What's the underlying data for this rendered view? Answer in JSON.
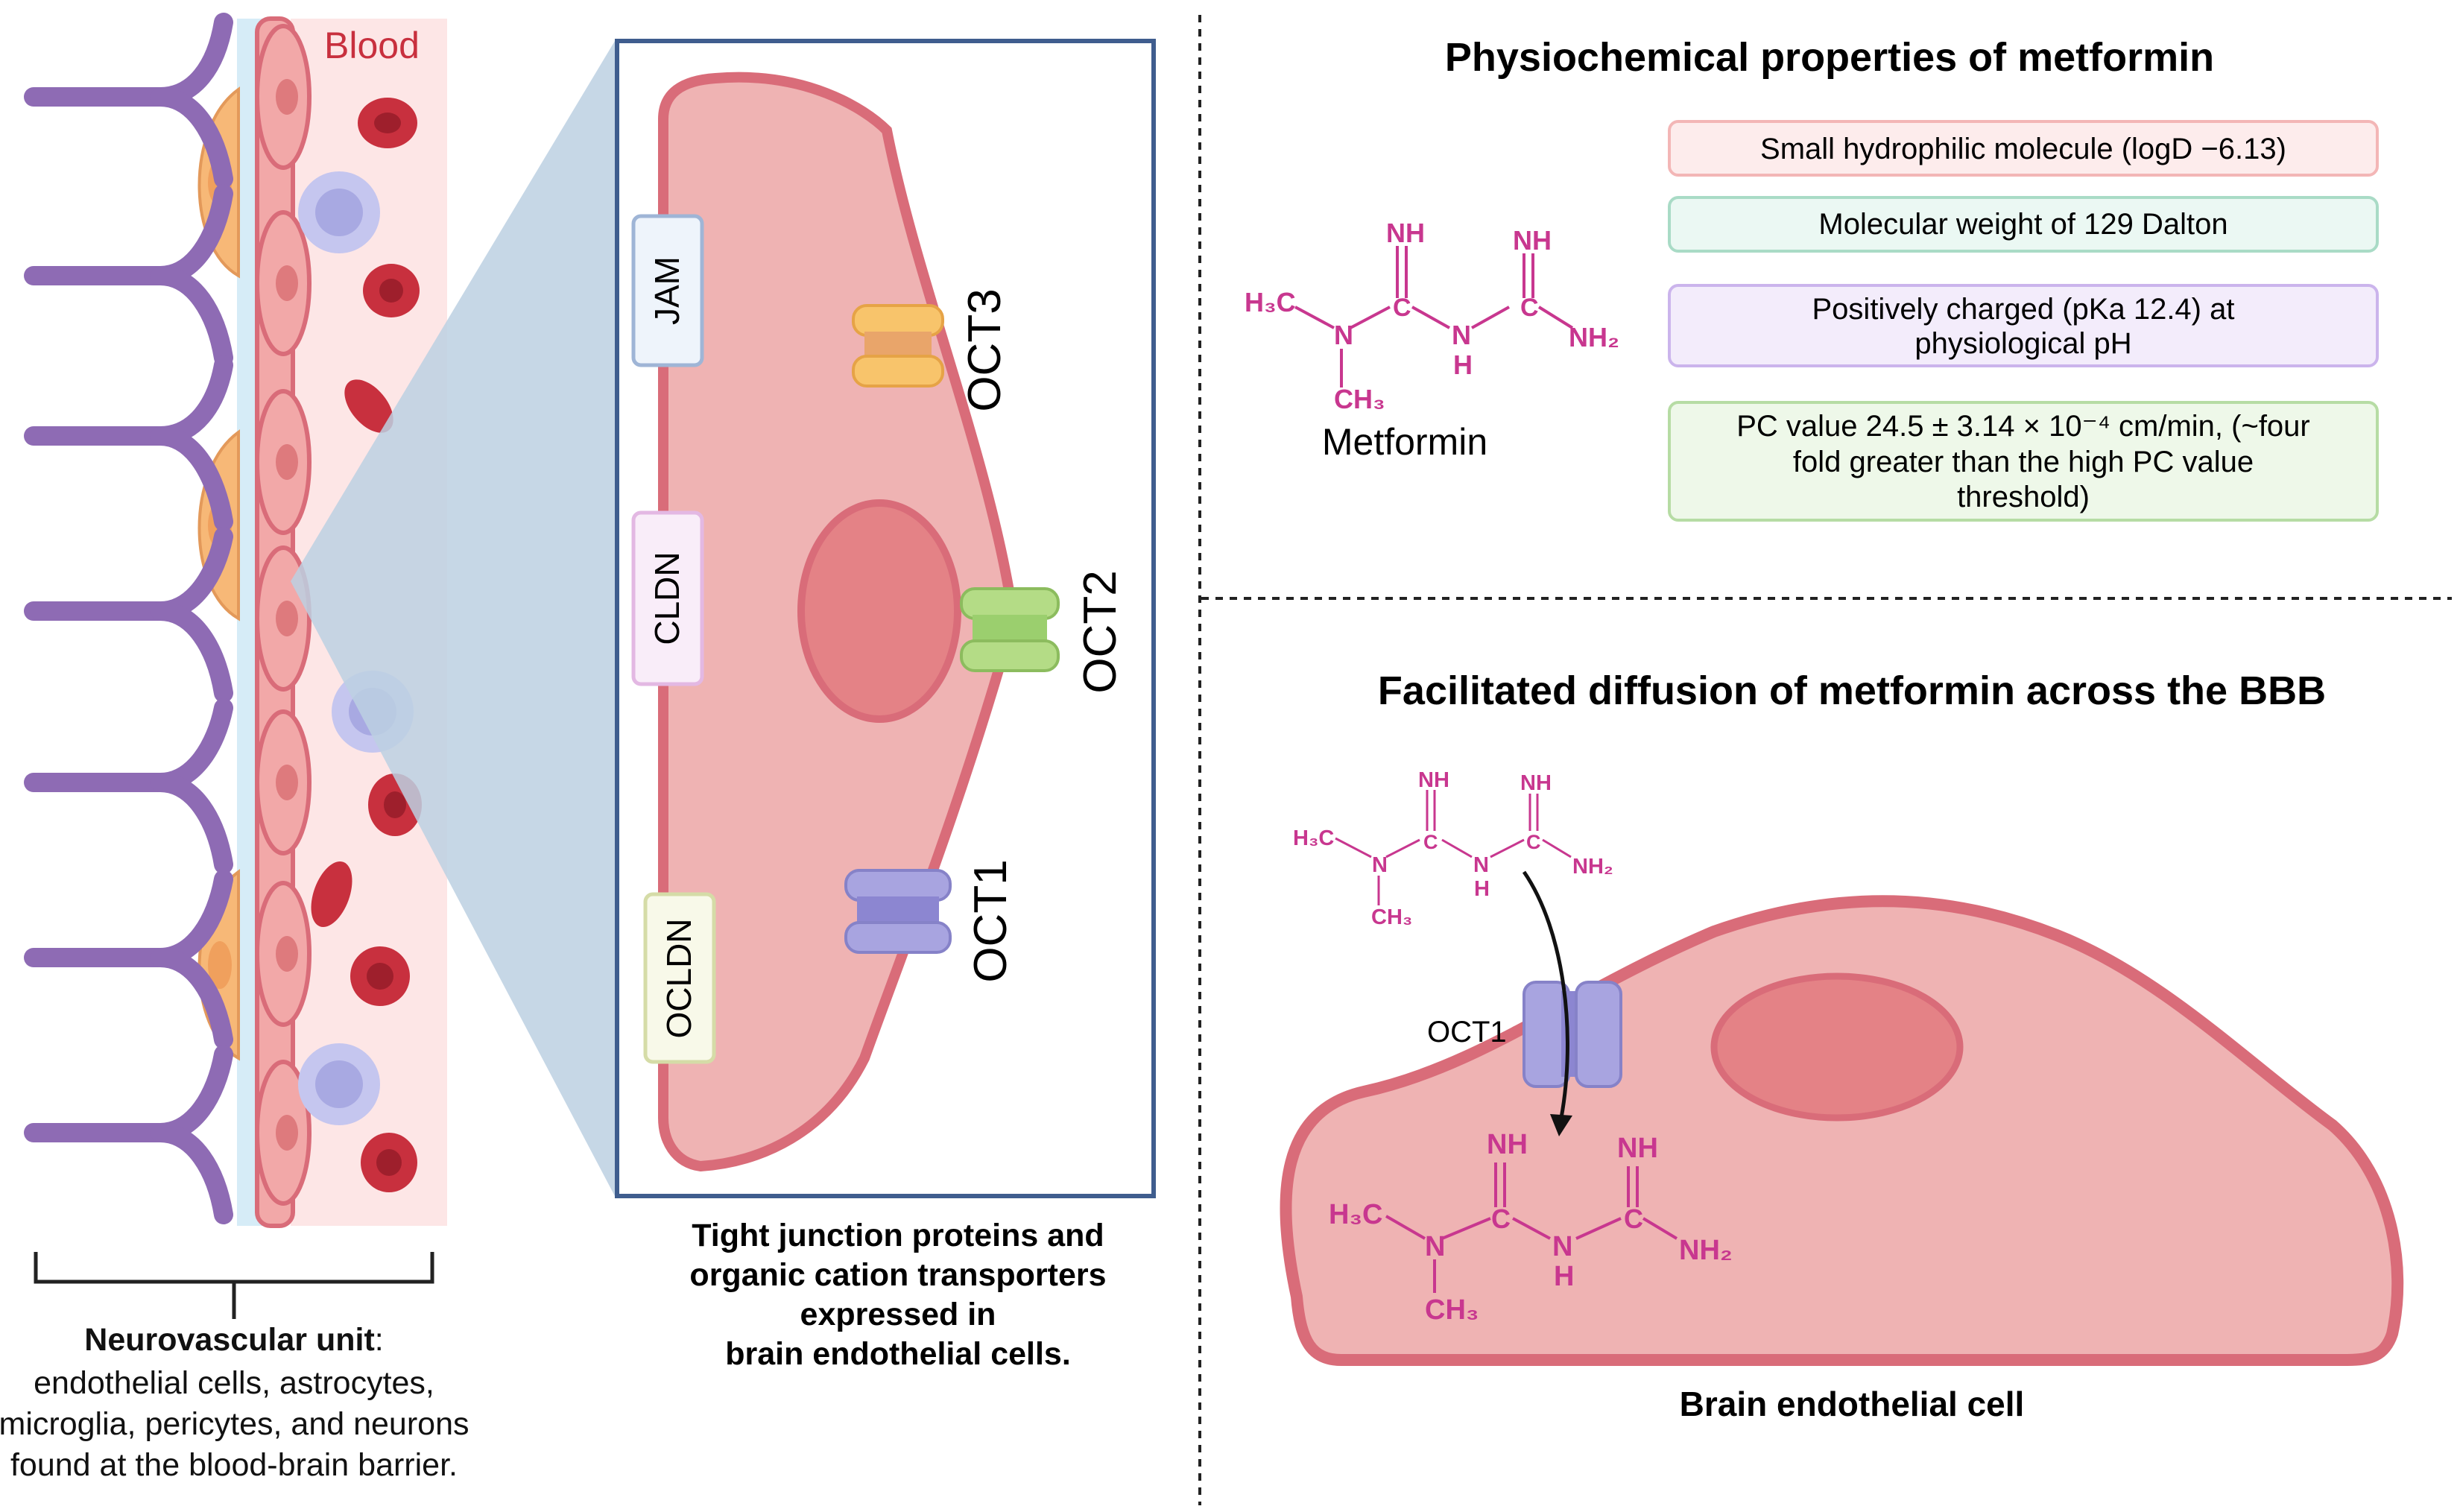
{
  "neurovascular": {
    "blood_label": "Blood",
    "caption_bold": "Neurovascular unit",
    "caption_colon": ":",
    "caption_lines": [
      "endothelial cells, astrocytes,",
      "microglia, pericytes, and neurons",
      "found at the blood-brain barrier."
    ]
  },
  "endothelial_zoom": {
    "junction_proteins": [
      "JAM",
      "CLDN",
      "OCLDN"
    ],
    "transporters": [
      "OCT3",
      "OCT2",
      "OCT1"
    ],
    "caption_lines": [
      "Tight junction proteins and",
      "organic cation transporters",
      "expressed in",
      "brain endothelial cells."
    ]
  },
  "properties": {
    "title": "Physiochemical properties of metformin",
    "molecule_name": "Metformin",
    "items": [
      {
        "lines": [
          "Small hydrophilic molecule (logD −6.13)"
        ],
        "fill": "#fdecec",
        "stroke": "#f3b6b6"
      },
      {
        "lines": [
          "Molecular weight of 129 Dalton"
        ],
        "fill": "#ebf8f3",
        "stroke": "#a9dbc6"
      },
      {
        "lines": [
          "Positively charged (pKa 12.4) at",
          "physiological pH"
        ],
        "fill": "#f3ecfb",
        "stroke": "#cbb4ec"
      },
      {
        "lines": [
          "PC value 24.5 ± 3.14 × 10⁻⁴ cm/min, (~four",
          "fold greater than the high PC value",
          "threshold)"
        ],
        "fill": "#eef8e9",
        "stroke": "#b6dca4"
      }
    ]
  },
  "diffusion": {
    "title": "Facilitated diffusion of metformin across the BBB",
    "transporter_label": "OCT1",
    "cell_label": "Brain endothelial cell"
  },
  "structure_atoms": {
    "imine": "NH",
    "carbon": "C",
    "nitrogen": "N",
    "hydrogen": "H",
    "methyl_left": "H₃C",
    "methyl_below": "CH₃",
    "amine": "NH₂"
  },
  "colors": {
    "astrocyte": "#8e6bb4",
    "endothelial": "#f2a8a8",
    "cell_outline": "#d96c79",
    "nucleus": "#de7a7d",
    "blood_band": "#fde6e6",
    "red_cell": "#c8303e",
    "white_cell": "#a8a9e2",
    "pericyte": "#f7b877",
    "zoom_wedge": "#bcd0e2",
    "frame": "#3f5d8e",
    "chem": "#c8378f"
  }
}
